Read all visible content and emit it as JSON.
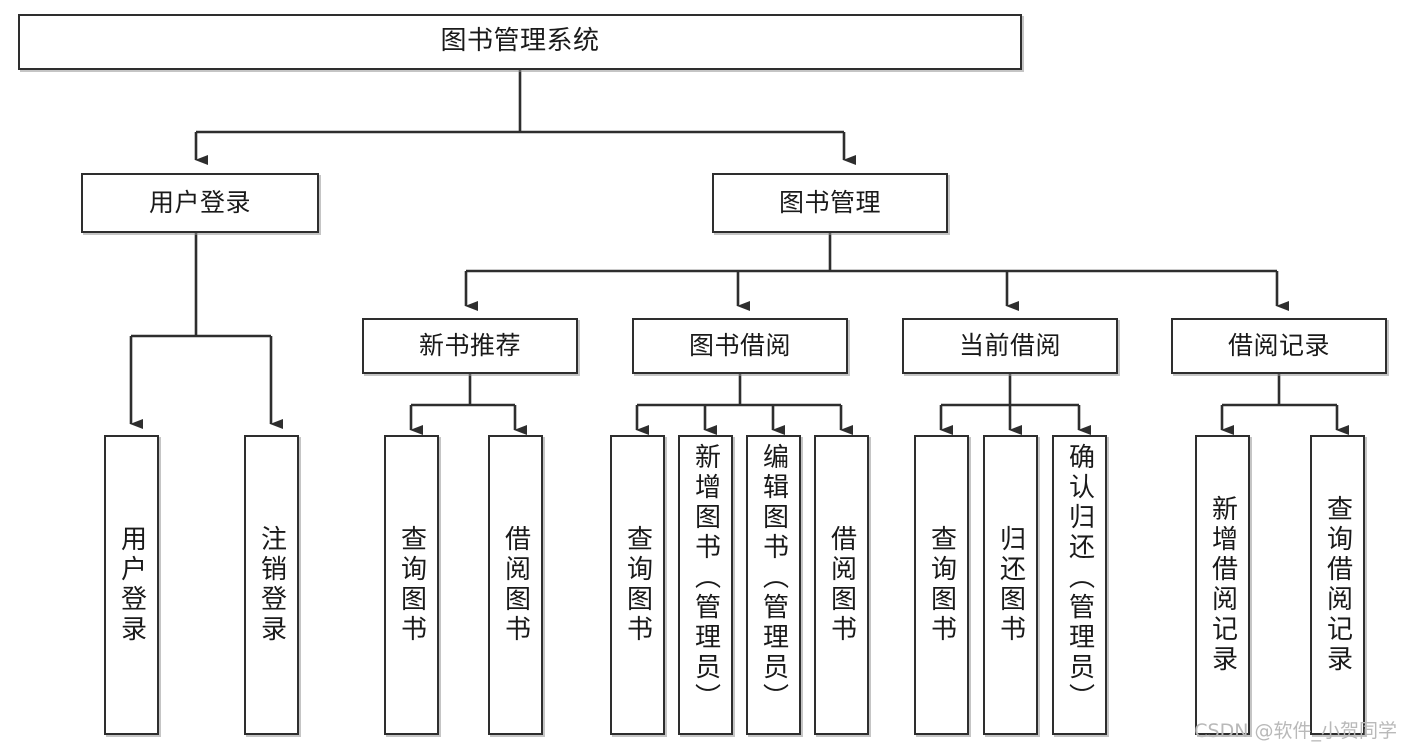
{
  "diagram": {
    "title": "图书管理系统",
    "type": "tree",
    "root": {
      "id": "root",
      "label": "图书管理系统"
    },
    "level2": [
      {
        "id": "user-login",
        "label": "用户登录"
      },
      {
        "id": "book-manage",
        "label": "图书管理"
      }
    ],
    "level3": [
      {
        "id": "new-book-rec",
        "label": "新书推荐",
        "parent": "book-manage"
      },
      {
        "id": "book-borrow",
        "label": "图书借阅",
        "parent": "book-manage"
      },
      {
        "id": "current-borrow",
        "label": "当前借阅",
        "parent": "book-manage"
      },
      {
        "id": "borrow-record",
        "label": "借阅记录",
        "parent": "book-manage"
      }
    ],
    "leaves": [
      {
        "id": "leaf-user-login",
        "label": "用户登录",
        "parent": "user-login"
      },
      {
        "id": "leaf-logout",
        "label": "注销登录",
        "parent": "user-login"
      },
      {
        "id": "leaf-query-book-1",
        "label": "查询图书",
        "parent": "new-book-rec"
      },
      {
        "id": "leaf-borrow-book-1",
        "label": "借阅图书",
        "parent": "new-book-rec"
      },
      {
        "id": "leaf-query-book-2",
        "label": "查询图书",
        "parent": "book-borrow"
      },
      {
        "id": "leaf-add-book",
        "label": "新增图书（管理员）",
        "parent": "book-borrow"
      },
      {
        "id": "leaf-edit-book",
        "label": "编辑图书（管理员）",
        "parent": "book-borrow"
      },
      {
        "id": "leaf-borrow-book-2",
        "label": "借阅图书",
        "parent": "book-borrow"
      },
      {
        "id": "leaf-query-book-3",
        "label": "查询图书",
        "parent": "current-borrow"
      },
      {
        "id": "leaf-return-book",
        "label": "归还图书",
        "parent": "current-borrow"
      },
      {
        "id": "leaf-confirm-return",
        "label": "确认归还（管理员）",
        "parent": "current-borrow"
      },
      {
        "id": "leaf-add-record",
        "label": "新增借阅记录",
        "parent": "borrow-record"
      },
      {
        "id": "leaf-query-record",
        "label": "查询借阅记录",
        "parent": "borrow-record"
      }
    ],
    "watermark": "CSDN @软件_小贺同学",
    "colors": {
      "stroke": "#2e2e2e",
      "background": "#ffffff",
      "text": "#1a1a1a",
      "watermark": "#b9b9b9"
    }
  }
}
